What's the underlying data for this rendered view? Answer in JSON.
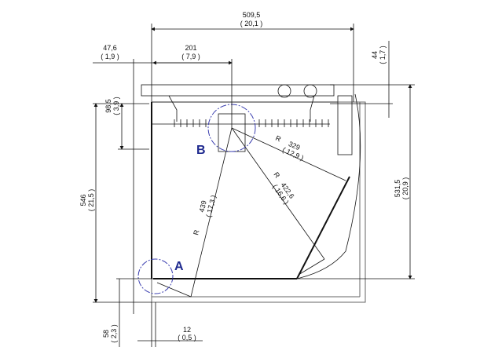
{
  "diagram": {
    "dimensions": {
      "total_width": {
        "mm": "509,5",
        "in": "( 20,1 )"
      },
      "pivot_offset": {
        "mm": "201",
        "in": "( 7,9 )"
      },
      "left_offset": {
        "mm": "47,6",
        "in": "( 1,9 )"
      },
      "top_rail": {
        "mm": "44",
        "in": "( 1,7 )"
      },
      "upper_height": {
        "mm": "98,5",
        "in": "( 3,9 )"
      },
      "total_height": {
        "mm": "546",
        "in": "( 21,5 )"
      },
      "body_height": {
        "mm": "531,5",
        "in": "( 20,9 )"
      },
      "bottom_offset": {
        "mm": "58",
        "in": "( 2,3 )"
      },
      "bottom_small": {
        "mm": "12",
        "in": "( 0,5 )"
      },
      "radius_329": {
        "prefix": "R",
        "mm": "329",
        "in": "( 12,9 )"
      },
      "radius_422": {
        "prefix": "R",
        "mm": "422,6",
        "in": "( 16,6 )"
      },
      "radius_439": {
        "prefix": "R",
        "mm": "439",
        "in": "( 17,3 )"
      }
    },
    "points": {
      "a": "A",
      "b": "B"
    }
  }
}
